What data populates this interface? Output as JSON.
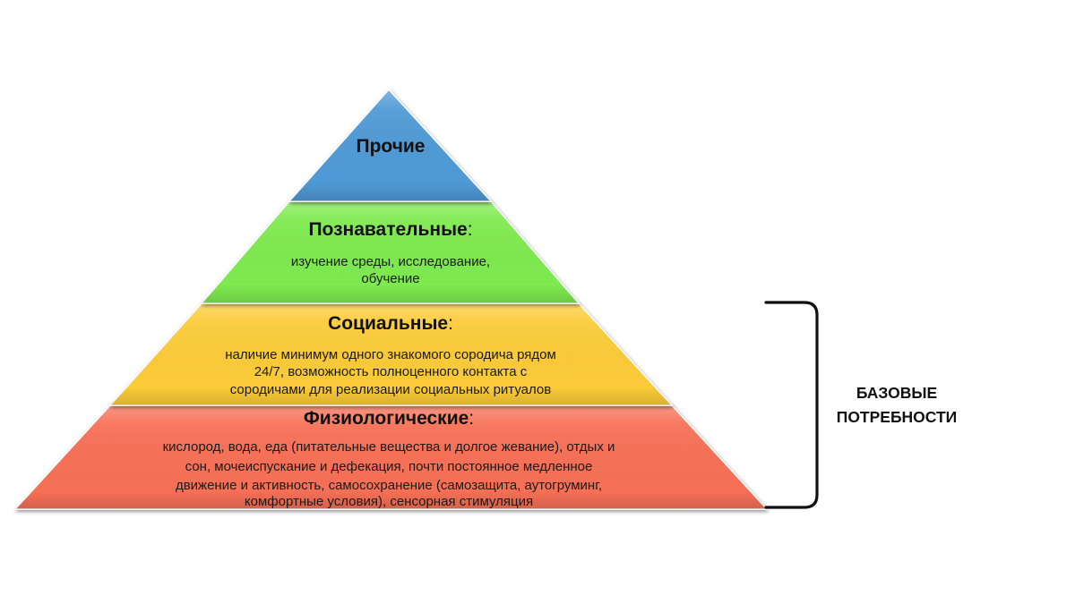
{
  "pyramid": {
    "tiers": [
      {
        "title": "Прочие",
        "colon": "",
        "lines": [],
        "color": "#4F9AD6"
      },
      {
        "title": "Познавательные",
        "colon": ":",
        "lines": [
          "изучение среды, исследование,",
          "обучение"
        ],
        "color": "#7EEA50"
      },
      {
        "title": "Социальные",
        "colon": ":",
        "lines": [
          "наличие минимум одного знакомого сородича рядом",
          "24/7, возможность полноценного контакта с",
          "сородичами для реализации социальных ритуалов"
        ],
        "color": "#FBCB38"
      },
      {
        "title": "Физиологические",
        "colon": ":",
        "lines": [
          "кислород, вода, еда (питательные вещества и долгое жевание), отдых и",
          "сон, мочеиспускание и дефекация, почти постоянное медленное",
          "движение и активность, самосохранение (самозащита, аутогруминг,",
          "комфортные условия), сенсорная стимуляция"
        ],
        "color": "#F76F57"
      }
    ]
  },
  "bracket": {
    "label_lines": [
      "БАЗОВЫЕ",
      "ПОТРЕБНОСТИ"
    ]
  }
}
